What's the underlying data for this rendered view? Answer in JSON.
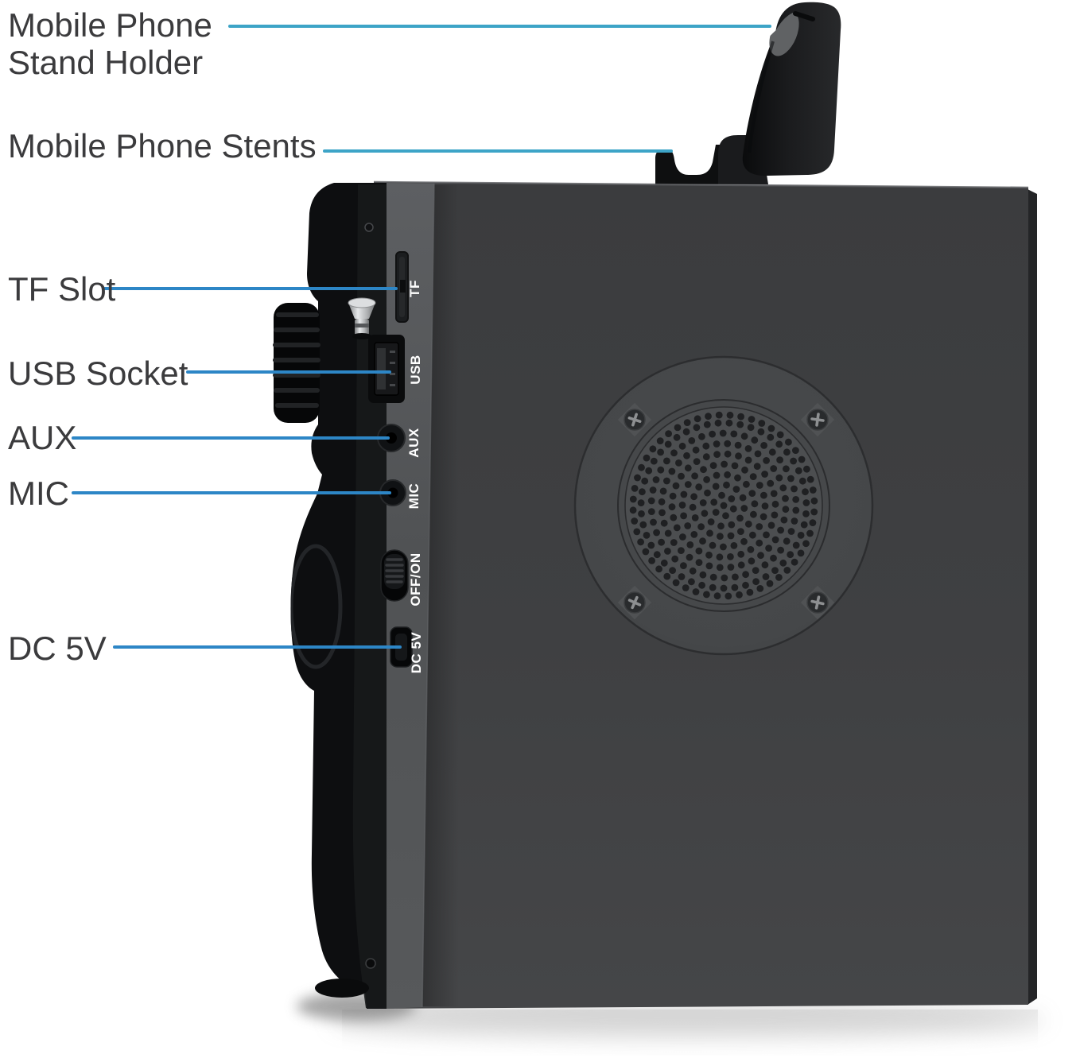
{
  "figure": {
    "description": "Side view of portable speaker with annotated ports"
  },
  "colors": {
    "leader_line_teal": "#3da4c7",
    "leader_line_blue": "#2d86c6",
    "label_text": "#3b3b3d",
    "body_gray": "#3f4042",
    "panel_gray": "#55575a",
    "port_text": "#ffffff",
    "background": "#ffffff"
  },
  "callouts": {
    "stand_holder": {
      "line1": "Mobile Phone",
      "line2": "Stand Holder"
    },
    "stents": {
      "label": "Mobile Phone Stents"
    },
    "tf": {
      "label": "TF Slot"
    },
    "usb": {
      "label": "USB Socket"
    },
    "aux": {
      "label": "AUX"
    },
    "mic": {
      "label": "MIC"
    },
    "dc": {
      "label": "DC 5V"
    }
  },
  "device": {
    "ports": {
      "tf": "TF",
      "usb": "USB",
      "aux": "AUX",
      "mic": "MIC",
      "power": "OFF/ON",
      "dc": "DC 5V"
    }
  }
}
